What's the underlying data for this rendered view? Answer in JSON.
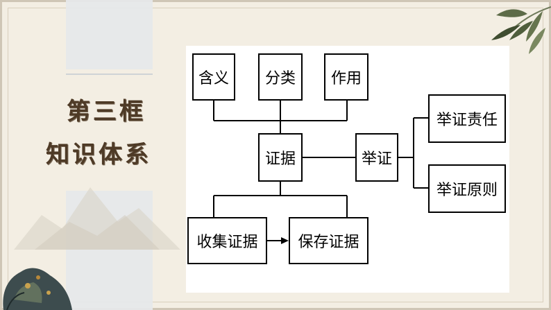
{
  "side_title": {
    "line1": "第三框",
    "line2": "知识体系"
  },
  "diagram": {
    "top_boxes": [
      "含义",
      "分类",
      "作用"
    ],
    "center": "证据",
    "right_hub": "举证",
    "right_branches": [
      "举证责任",
      "举证原则"
    ],
    "bottom_boxes": [
      "收集证据",
      "保存证据"
    ]
  },
  "colors": {
    "background": "#f3eee3",
    "title": "#4e3a26",
    "line": "#000000",
    "panel": "#ffffff"
  },
  "icons": [
    "bamboo-decoration",
    "rock-decoration",
    "mountain-decoration"
  ]
}
